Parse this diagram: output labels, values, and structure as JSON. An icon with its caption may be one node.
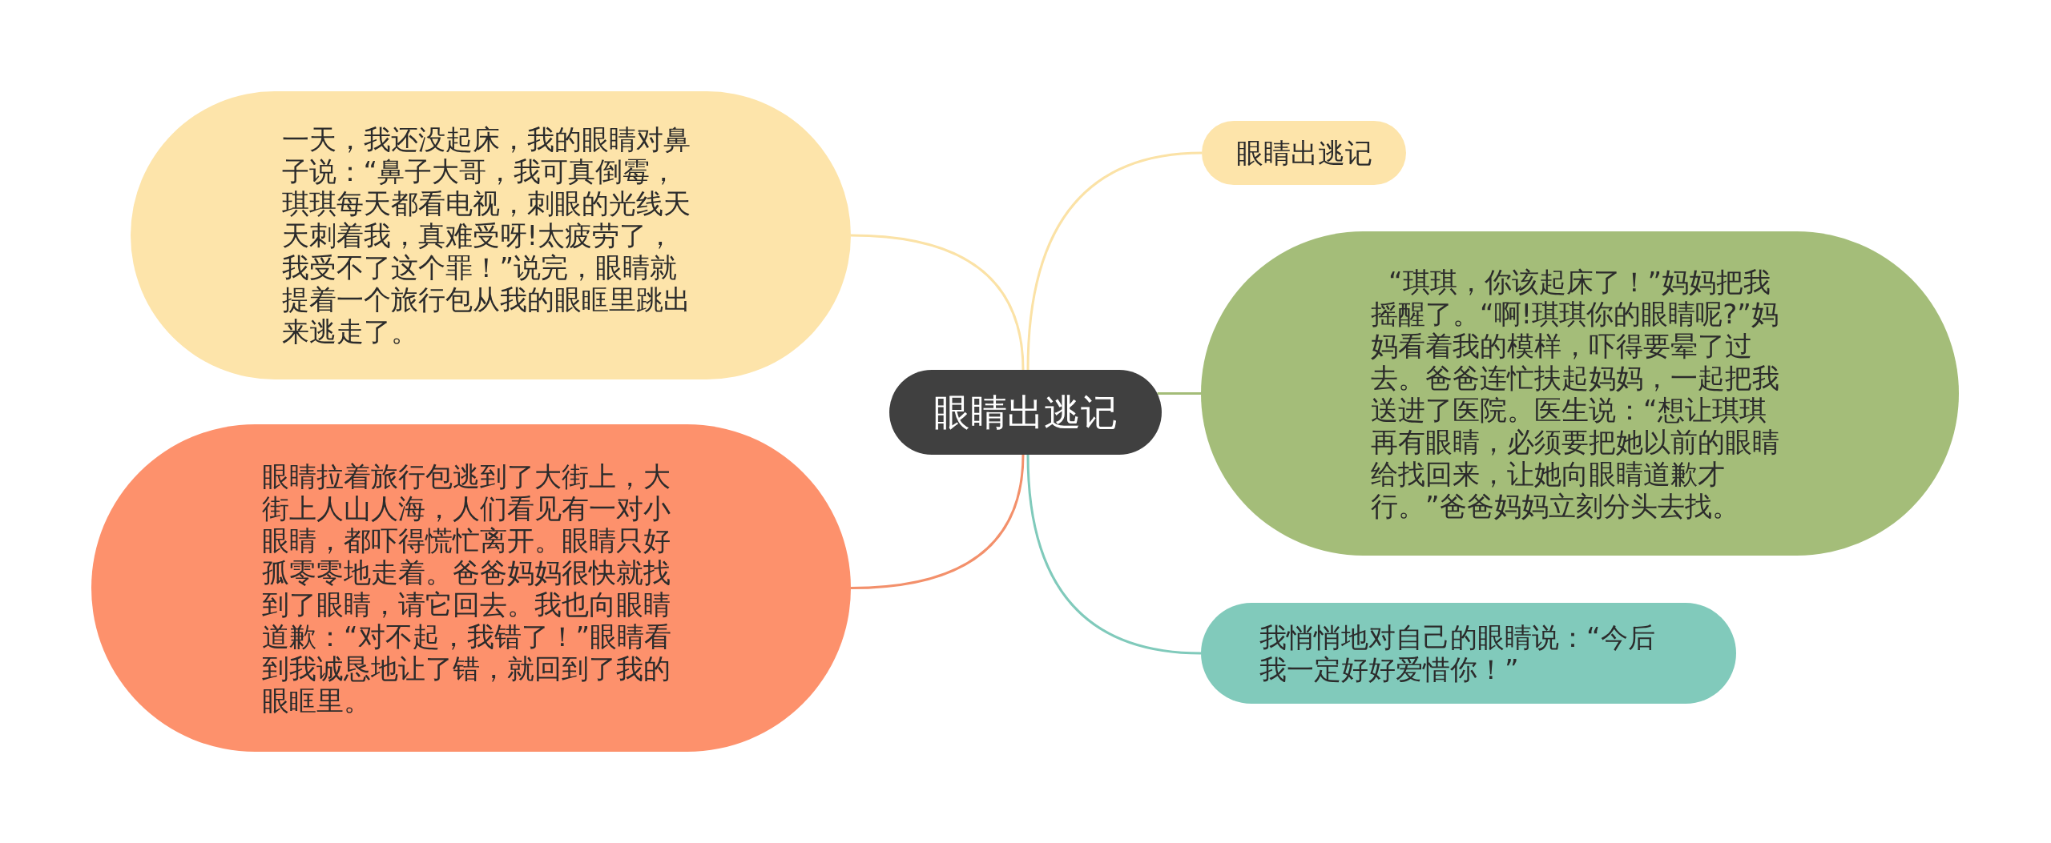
{
  "diagram": {
    "nodes": [
      {
        "text": [
          "眼睛出逃记"
        ]
      },
      {
        "text": [
          "眼睛出逃记"
        ]
      },
      {
        "text": [
          "“琪琪，你该起床了！”妈妈把我摇醒了。“啊!琪琪你的眼睛呢?”妈妈看着我的模样，吓得要晕了过去。爸爸连忙扶起妈妈，一起把我送进了医院。医生说：“想让琪琪再有眼睛，必须要把她以前的眼睛给找回来，让她向眼睛道歉才行。”爸爸妈妈立刻分头去找。"
        ]
      },
      {
        "text": [
          "我悄悄地对自己的眼睛说：“今后我一定好好爱惜你！”"
        ]
      },
      {
        "text": [
          "眼睛拉着旅行包逃到了大街上，大街上人山人海，人们看见有一对小眼睛，都吓得慌忙离开。眼睛只好孤零零地走着。爸爸妈妈很快就找到了眼睛，请它回去。我也向眼睛道歉：“对不起，我错了！”眼睛看到我诚恳地让了错，就回到了我的眼眶里。"
        ]
      },
      {
        "text": [
          "一天，我还没起床，我的眼睛对鼻子说：“鼻子大哥，我可真倒霉，琪琪每天都看电视，刺眼的光线天天刺着我，真难受呀!太疲劳了，我受不了这个罪！”说完，眼睛就提着一个旅行包从我的眼眶里跳出来逃走了。"
        ]
      }
    ],
    "edges": [
      {
        "from": 0,
        "to": 1,
        "arrow": "none",
        "color": "#fbe2a6"
      },
      {
        "from": 0,
        "to": 2,
        "arrow": "none",
        "color": "#a3bc78"
      },
      {
        "from": 0,
        "to": 3,
        "arrow": "none",
        "color": "#80cabb"
      },
      {
        "from": 0,
        "to": 4,
        "arrow": "none",
        "color": "#f3906b"
      },
      {
        "from": 0,
        "to": 5,
        "arrow": "none",
        "color": "#fbe2a6"
      }
    ]
  }
}
